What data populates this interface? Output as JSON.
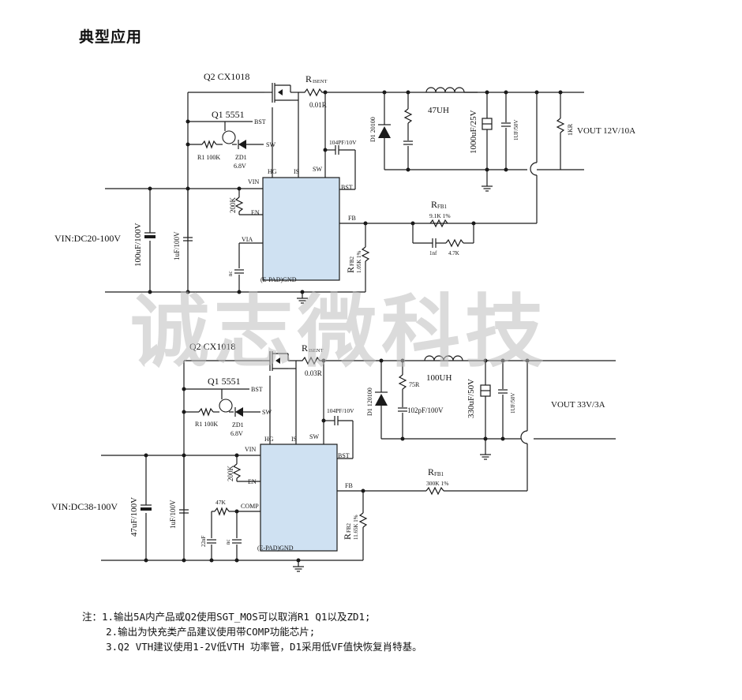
{
  "title": "典型应用",
  "watermark": "诚志微科技",
  "circuit1": {
    "q2": "Q2 CX1018",
    "q1": "Q1 5551",
    "rsense": "R",
    "rsense_sub": "ISENT",
    "rsense_val": "0.01R",
    "bst": "BST",
    "sw": "SW",
    "r1": "R1  100K",
    "zd1": "ZD1",
    "zd1_val": "6.8V",
    "hg": "HG",
    "is": "IS",
    "sw_pin": "SW",
    "cbst": "104PF/10V",
    "bst_pin": "BST",
    "vin_pin": "VIN",
    "en_pin": "EN",
    "via_pin": "VIA",
    "fb_pin": "FB",
    "gnd_pin": "(E-PAD)GND",
    "r_en": "200K",
    "nc": "nc",
    "vin": "VIN:DC20-100V",
    "c_in": "100uF/100V",
    "c_in2": "1uF/100V",
    "diode": "D1 20100",
    "inductor": "47UH",
    "cout": "1000uF/25V",
    "cout2": "1UF/50V",
    "rload": "1KR",
    "vout": "VOUT 12V/10A",
    "rfb1": "R",
    "rfb1_sub": "FB1",
    "rfb1_val": "9.1K  1%",
    "cff": "1nf",
    "rff": "4.7K",
    "rfb2": "R",
    "rfb2_sub": "FB2",
    "rfb2_val": "1.05K  1%"
  },
  "circuit2": {
    "q2": "Q2 CX1018",
    "q1": "Q1 5551",
    "rsense": "R",
    "rsense_sub": "ISENT",
    "rsense_val": "0.03R",
    "bst": "BST",
    "sw": "SW",
    "r1": "R1  100K",
    "zd1": "ZD1",
    "zd1_val": "6.8V",
    "hg": "HG",
    "is": "IS",
    "sw_pin": "SW",
    "cbst": "104PF/10V",
    "bst_pin": "BST",
    "vin_pin": "VIN",
    "en_pin": "EN",
    "comp_pin": "COMP",
    "fb_pin": "FB",
    "gnd_pin": "(E-PAD)GND",
    "r_en": "200K",
    "r_comp": "47K",
    "c_comp": "22nF",
    "nc": "nc",
    "vin": "VIN:DC38-100V",
    "c_in": "47uF/100V",
    "c_in2": "1uF/100V",
    "diode": "D1  120100",
    "r_snub": "75R",
    "c_snub": "102pF/100V",
    "inductor": "100UH",
    "cout": "330uF/50V",
    "cout2": "1UF/50V",
    "vout": "VOUT 33V/3A",
    "rfb1": "R",
    "rfb1_sub": "FB1",
    "rfb1_val": "300K  1%",
    "rfb2": "R",
    "rfb2_sub": "FB2",
    "rfb2_val": "11.65K  1%"
  },
  "notes": [
    "注：1.输出5A内产品或Q2使用SGT_MOS可以取消R1 Q1以及ZD1;",
    "    2.输出为快充类产品建议使用带COMP功能芯片;",
    "    3.Q2 VTH建议使用1-2V低VTH 功率管，D1采用低VF值快恢复肖特基。"
  ],
  "colors": {
    "ic_fill": "#cfe1f2",
    "watermark": "#bfbfbf"
  }
}
